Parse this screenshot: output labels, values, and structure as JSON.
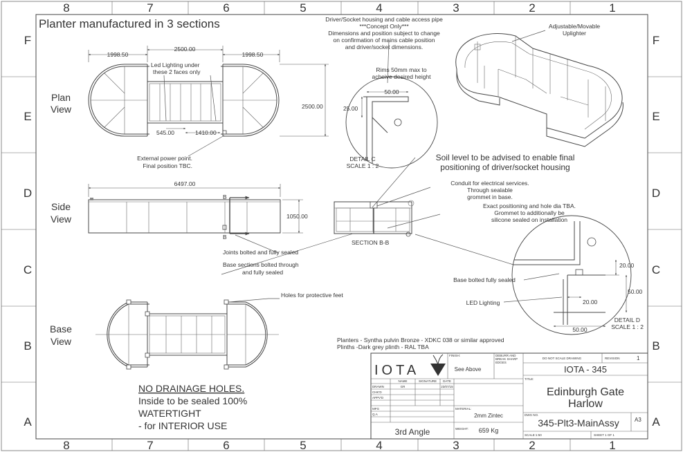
{
  "heading": "Planter manufactured in 3 sections",
  "zones": {
    "columns": [
      "8",
      "7",
      "6",
      "5",
      "4",
      "3",
      "2",
      "1"
    ],
    "rows": [
      "F",
      "E",
      "D",
      "C",
      "B",
      "A"
    ]
  },
  "views": {
    "plan": [
      "Plan",
      "View"
    ],
    "side": [
      "Side",
      "View"
    ],
    "base": [
      "Base",
      "View"
    ]
  },
  "dimensions": {
    "plan_left": "1998.50",
    "plan_middle": "2500.00",
    "plan_right": "1998.50",
    "plan_width": "2500.00",
    "offset_1": "545.00",
    "offset_2": "1410.00",
    "side_length": "6497.00",
    "side_height": "1050.00",
    "detail_c_width": "50.00",
    "detail_c_height": "25.00",
    "detail_d_top": "20.00",
    "detail_d_mid": "20.00",
    "detail_d_right": "50.00",
    "detail_d_bottom": "50.00"
  },
  "section_marker": "B",
  "notes": {
    "led_lighting": [
      "Led Lighting under",
      "these 2 faces only"
    ],
    "power_point": [
      "External power point.",
      "Final position TBC."
    ],
    "joints": "Joints bolted and fully sealed",
    "base_sections": [
      "Base sections bolted through",
      "and fully sealed"
    ],
    "section_bb": "SECTION B-B",
    "holes_feet": "Holes for protective feet",
    "detail_c": [
      "DETAIL C",
      "SCALE 1 : 2"
    ],
    "rims": [
      "Rims 50mm max to",
      "acheive desired height"
    ],
    "driver": [
      "Driver/Socket housing and cable access pipe",
      "***Concept Only***",
      "Dimensions and position subject to change",
      "on confirmation of mains cable position",
      "and driver/socket dimensions."
    ],
    "uplighter": [
      "Adjustable/Movable",
      "Uplighter"
    ],
    "soil": [
      "Soil level to be advised to enable final",
      "positioning of driver/socket housing"
    ],
    "conduit": [
      "Conduit for electrical services.",
      "Through sealable",
      "grommet in base."
    ],
    "hole_position": [
      "Exact positioning and hole dia TBA.",
      "Grommet to additionally be",
      "silicone sealed on installation"
    ],
    "base_bolted": "Base bolted fully sealed",
    "led_label": "LED Lighting",
    "detail_d": [
      "DETAIL D",
      "SCALE 1 : 2"
    ],
    "materials": [
      "Planters - Syntha pulvin Bronze - XDKC 038 or similar approved",
      "Plinths -Dark grey plinth - RAL TBA"
    ],
    "drainage": [
      "NO DRAINAGE HOLES.",
      "Inside to be sealed 100%",
      "WATERTIGHT",
      " - for INTERIOR USE"
    ]
  },
  "title_block": {
    "logo_text": "IOTA",
    "finish_label": "FINISH:",
    "finish_value": "See Above",
    "deburr": [
      "DEBURR AND",
      "BREAK SHARP",
      "EDGES"
    ],
    "do_not_scale": "DO NOT SCALE DRAWING",
    "revision_label": "REVISION",
    "revision_value": "1",
    "project_code": "IOTA - 345",
    "columns": [
      "NAME",
      "SIGNATURE",
      "DATE"
    ],
    "rows": [
      "DRAWN",
      "CHK'D",
      "APPV'D",
      "MFG",
      "Q.A"
    ],
    "drawn_name": "GR",
    "drawn_date": "23/07/15",
    "material_label": "MATERIAL:",
    "material_value": "2mm Zintec",
    "weight_label": "WEIGHT:",
    "weight_value": "659 Kg",
    "title_label": "TITLE:",
    "title": [
      "Edinburgh Gate",
      "Harlow"
    ],
    "dwg_no_label": "DWG NO.",
    "dwg_no": "345-Plt3-MainAssy",
    "sheet_size": "A3",
    "scale": "SCALE:1:50",
    "sheet": "SHEET 1 OF 1",
    "projection": "3rd Angle"
  }
}
